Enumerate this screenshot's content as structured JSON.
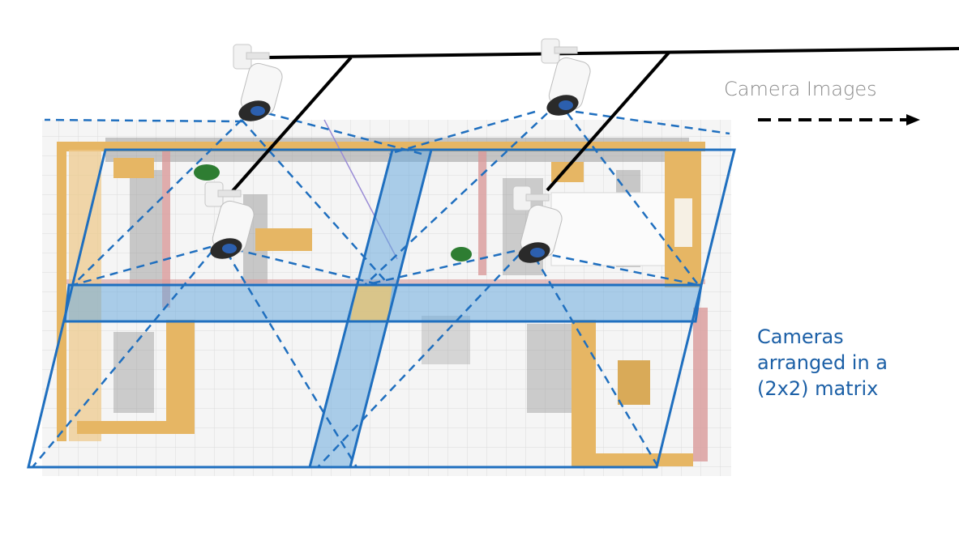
{
  "labels": {
    "camera_images": "Camera Images",
    "matrix_caption": [
      "Cameras",
      "arranged in a",
      "(2x2) matrix"
    ]
  },
  "cameras": [
    {
      "id": "top-left"
    },
    {
      "id": "top-right"
    },
    {
      "id": "bottom-left"
    },
    {
      "id": "bottom-right"
    }
  ],
  "colors": {
    "coverage_blue": "#1f6fbf",
    "overlap_fill": "#6aa9dc",
    "overlap_center": "#e8c77a",
    "wire": "#000000",
    "wood": "#e6b664",
    "wall_pink": "#d99a9a",
    "caption_blue": "#1b5fa6",
    "caption_gray": "#8a8a8a"
  }
}
